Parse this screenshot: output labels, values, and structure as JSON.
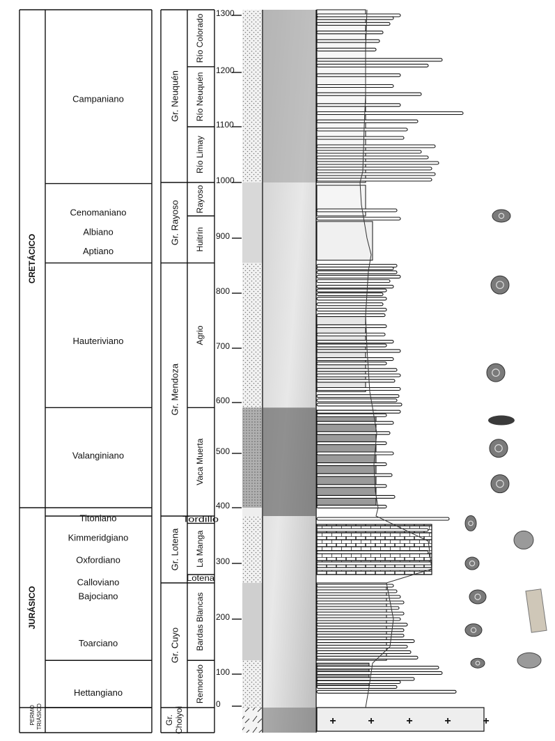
{
  "periods": [
    {
      "label": "CRETÁCICO",
      "from": 1320,
      "to": 400
    },
    {
      "label": "JURÁSICO",
      "from": 400,
      "to": -40
    },
    {
      "label": "PERMO TRIÁSICO",
      "from": -40,
      "to": -120
    }
  ],
  "stages": [
    {
      "label": "Campaniano"
    },
    {
      "label": "Cenomaniano"
    },
    {
      "label": "Albiano"
    },
    {
      "label": "Aptiano"
    },
    {
      "label": "Hauteriviano"
    },
    {
      "label": "Valanginiano"
    },
    {
      "label": "Titoniano"
    },
    {
      "label": "Kimmeridgiano"
    },
    {
      "label": "Oxfordiano"
    },
    {
      "label": "Calloviano"
    },
    {
      "label": "Bajociano"
    },
    {
      "label": "Toarciano"
    },
    {
      "label": "Hettangiano"
    }
  ],
  "groups": [
    {
      "label": "Gr. Neuquén",
      "from": 1320,
      "to": 1000
    },
    {
      "label": "Gr. Rayoso",
      "from": 1000,
      "to": 855
    },
    {
      "label": "Gr. Mendoza",
      "from": 855,
      "to": 385
    },
    {
      "label": "Gr. Lotena",
      "from": 385,
      "to": 265
    },
    {
      "label": "Gr. Cuyo",
      "from": 265,
      "to": -40
    },
    {
      "label": "Gr. Choiyoi",
      "from": -40,
      "to": -120
    }
  ],
  "formations": [
    {
      "label": "Río Colorado",
      "from": 1320,
      "to": 1210
    },
    {
      "label": "Río Neuquén",
      "from": 1210,
      "to": 1100
    },
    {
      "label": "Río Limay",
      "from": 1100,
      "to": 1000
    },
    {
      "label": "Rayoso",
      "from": 1000,
      "to": 940
    },
    {
      "label": "Huitrín",
      "from": 940,
      "to": 855
    },
    {
      "label": "Agrio",
      "from": 855,
      "to": 590
    },
    {
      "label": "Vaca Muerta",
      "from": 590,
      "to": 385
    },
    {
      "label": "Tordillo",
      "from": 385,
      "to": 372
    },
    {
      "label": "La Manga",
      "from": 372,
      "to": 280
    },
    {
      "label": "Lotena",
      "from": 280,
      "to": 265
    },
    {
      "label": "Bardas Blancas",
      "from": 265,
      "to": 125
    },
    {
      "label": "Remoredo",
      "from": 125,
      "to": -40
    }
  ],
  "depth_ticks": [
    "1300",
    "1200",
    "1100",
    "1000",
    "900",
    "800",
    "700",
    "600",
    "500",
    "400",
    "300",
    "200",
    "100",
    "0"
  ],
  "colors": {
    "line": "#111111",
    "lithology_gray": "#9a9a9a",
    "light_gray": "#dcdcdc",
    "fossil": "#7a7a7a"
  },
  "fossil_icons": [
    "ammonite-icon",
    "ammonite-icon",
    "ammonite-icon",
    "belemnite-icon",
    "ammonite-icon",
    "ammonite-icon",
    "ammonite-icon",
    "bivalve-icon",
    "ammonite-icon",
    "ammonite-icon",
    "ammonite-icon",
    "plant-fossil-icon",
    "bivalve-icon"
  ]
}
